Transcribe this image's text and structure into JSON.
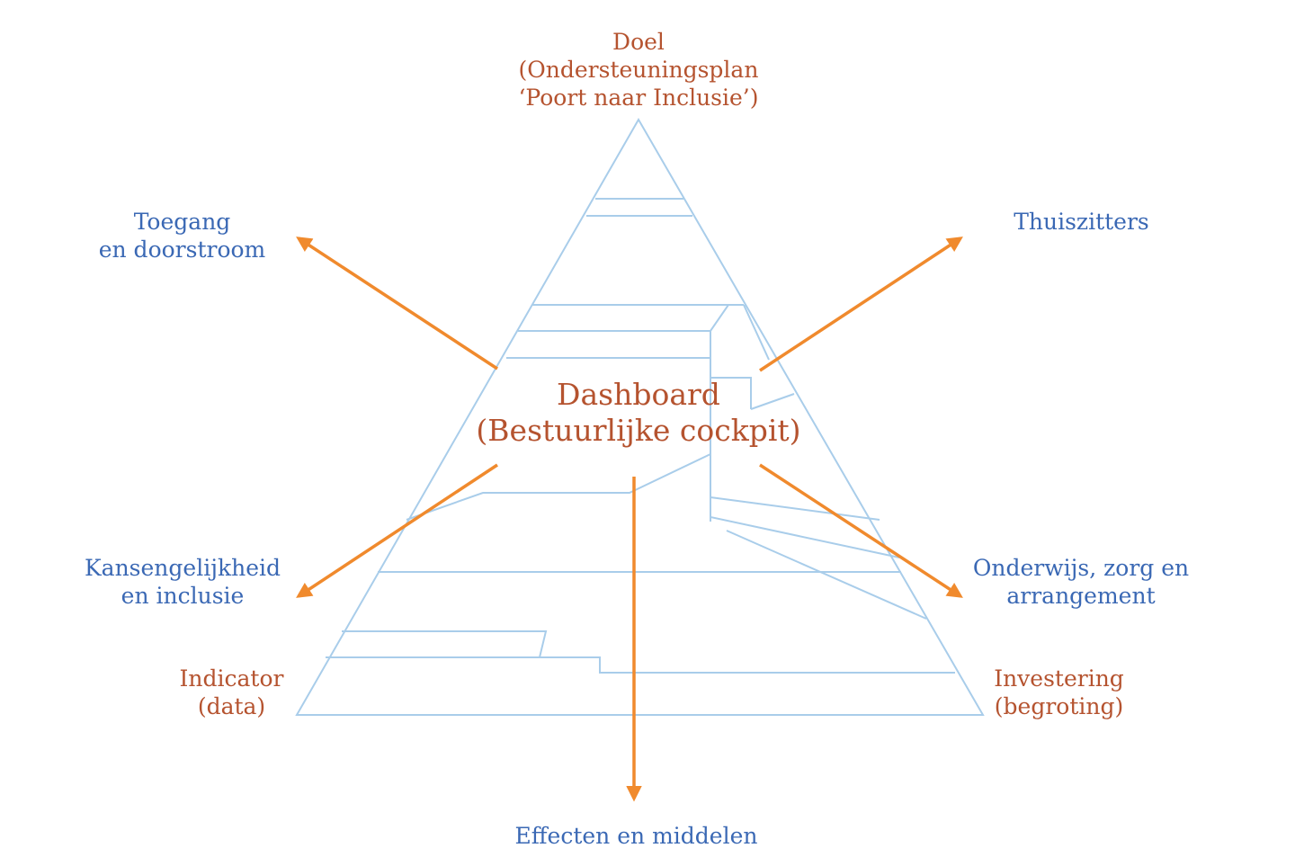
{
  "colors": {
    "pyramid_line": "#a9cdea",
    "arrow": "#f08a2d",
    "label_orange": "#b5532f",
    "label_blue": "#3a68b4"
  },
  "top": {
    "line1": "Doel",
    "line2": "(Ondersteuningsplan",
    "line3": "‘Poort naar Inclusie’)"
  },
  "center": {
    "line1": "Dashboard",
    "line2": "(Bestuurlijke cockpit)"
  },
  "toegang": {
    "line1": "Toegang",
    "line2": "en doorstroom"
  },
  "thuiszitters": {
    "line1": "Thuiszitters"
  },
  "kansen": {
    "line1": "Kansengelijkheid",
    "line2": "en inclusie"
  },
  "onderwijs": {
    "line1": "Onderwijs, zorg en",
    "line2": "arrangement"
  },
  "indicator": {
    "line1": "Indicator",
    "line2": "(data)"
  },
  "investering": {
    "line1": "Investering",
    "line2": "(begroting)"
  },
  "bottom": {
    "line1": "Effecten en middelen"
  }
}
